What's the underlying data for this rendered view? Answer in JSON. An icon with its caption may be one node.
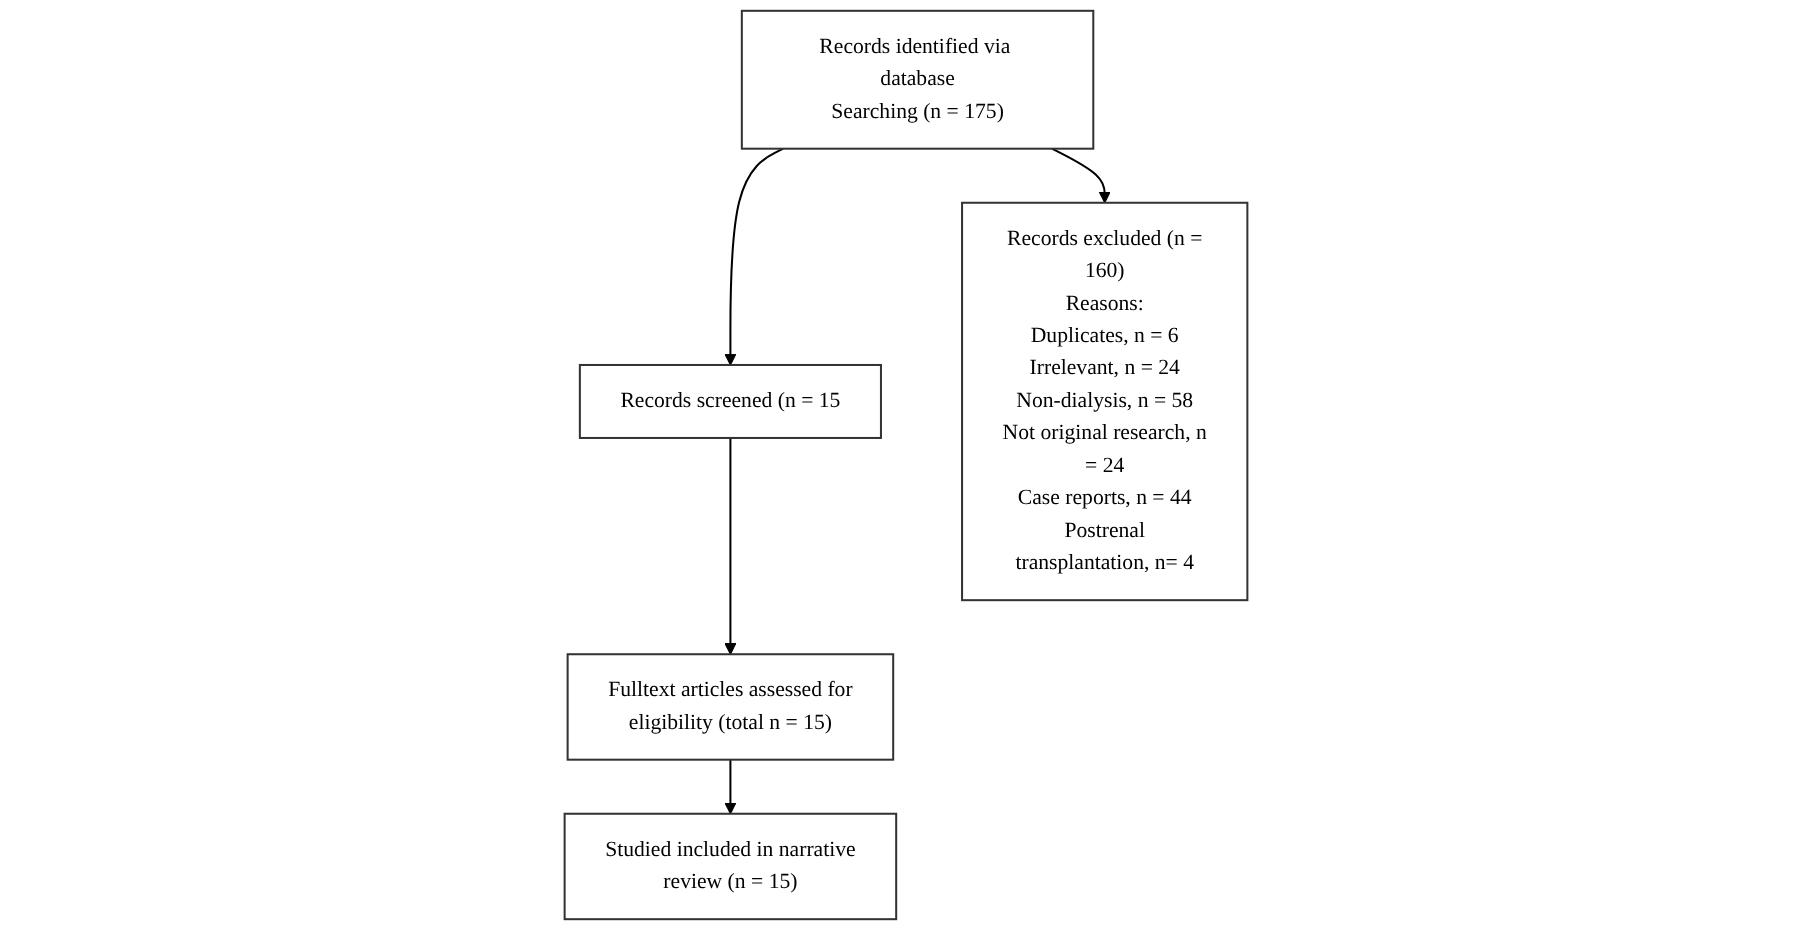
{
  "diagram": {
    "nodes": [
      {
        "text": [
          "Records identified via database Searching (n = 175)"
        ]
      },
      {
        "text": [
          "Records screened (n = 15"
        ]
      },
      {
        "text": [
          "Fulltext articles assessed for eligibility (total n = 15)"
        ]
      },
      {
        "text": [
          "Studied included in narrative review (n = 15)"
        ]
      },
      {
        "text": [
          "Records excluded (n = 160)",
          "Reasons:",
          "Duplicates, n = 6",
          "Irrelevant, n = 24",
          "Non-dialysis, n = 58",
          "Not original research, n = 24",
          "Case reports, n = 44",
          "Postrenal transplantation, n= 4"
        ]
      }
    ],
    "edges": [
      {
        "from": 0,
        "to": 1,
        "arrow": "to"
      },
      {
        "from": 1,
        "to": 2,
        "arrow": "to"
      },
      {
        "from": 2,
        "to": 3,
        "arrow": "to"
      },
      {
        "from": 0,
        "to": 4,
        "arrow": "to"
      }
    ]
  }
}
